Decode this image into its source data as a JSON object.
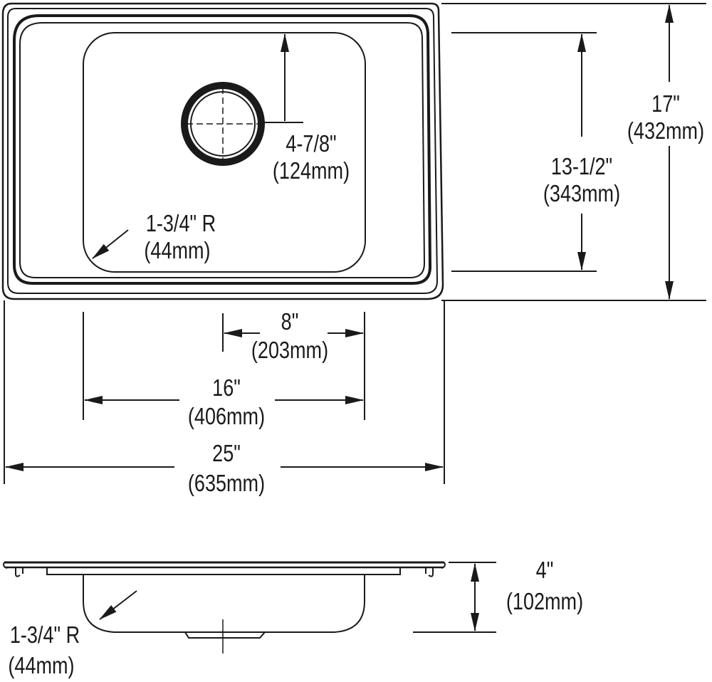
{
  "dimensions": {
    "overall_depth": {
      "in": "17\"",
      "mm": "(432mm)"
    },
    "bowl_depth": {
      "in": "13-1/2\"",
      "mm": "(343mm)"
    },
    "drain_offset": {
      "in": "4-7/8\"",
      "mm": "(124mm)"
    },
    "corner_radius_top": {
      "in": "1-3/4\" R",
      "mm": "(44mm)"
    },
    "drain_center": {
      "in": "8\"",
      "mm": "(203mm)"
    },
    "bowl_width": {
      "in": "16\"",
      "mm": "(406mm)"
    },
    "overall_width": {
      "in": "25\"",
      "mm": "(635mm)"
    },
    "bowl_height": {
      "in": "4\"",
      "mm": "(102mm)"
    },
    "corner_radius_side": {
      "in": "1-3/4\" R",
      "mm": "(44mm)"
    }
  },
  "colors": {
    "line": "#1a1a1a",
    "background": "#ffffff"
  }
}
